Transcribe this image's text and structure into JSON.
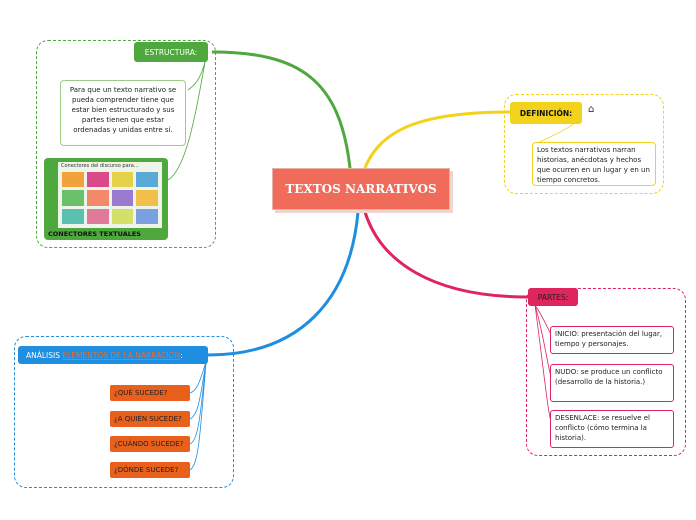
{
  "central": {
    "title": "TEXTOS NARRATIVOS"
  },
  "estructura": {
    "title": "ESTRUCTURA:",
    "note": "Para que un texto narrativo se pueda comprender tiene que estar bien estructurado y sus partes tienen que estar ordenadas y unidas entre sí.",
    "image_caption": "Conectores del discurso para...",
    "image_label": "CONECTORES TEXTUALES"
  },
  "definicion": {
    "title": "DEFINICIÓN:",
    "note": "Los textos narrativos narran historias, anécdotas y hechos que ocurren en un lugar y en un tiempo concretos."
  },
  "partes": {
    "title": "PARTES:",
    "items": [
      "INICIO: presentación del lugar, tiempo y personajes.",
      "NUDO: se produce un conflicto (desarrollo de la historia.)",
      "DESENLACE: se resuelve el conflicto (cómo termina la historia)."
    ]
  },
  "analisis": {
    "title_prefix": "ANÁLISIS",
    "title_link": "ELEMENTOS DE LA NARRACIÓN",
    "title_suffix": ":",
    "questions": [
      "¿QUÉ SUCEDE?",
      "¿A QUIÉN SUCEDE?",
      "¿CUÁNDO SUCEDE?",
      "¿DÓNDE SUCEDE?"
    ]
  },
  "colors": {
    "central": "#f06b5a",
    "estructura": "#4fa83d",
    "definicion": "#f2d21b",
    "partes": "#e0245e",
    "analisis": "#1e8ee0",
    "questions": "#e8601c"
  }
}
